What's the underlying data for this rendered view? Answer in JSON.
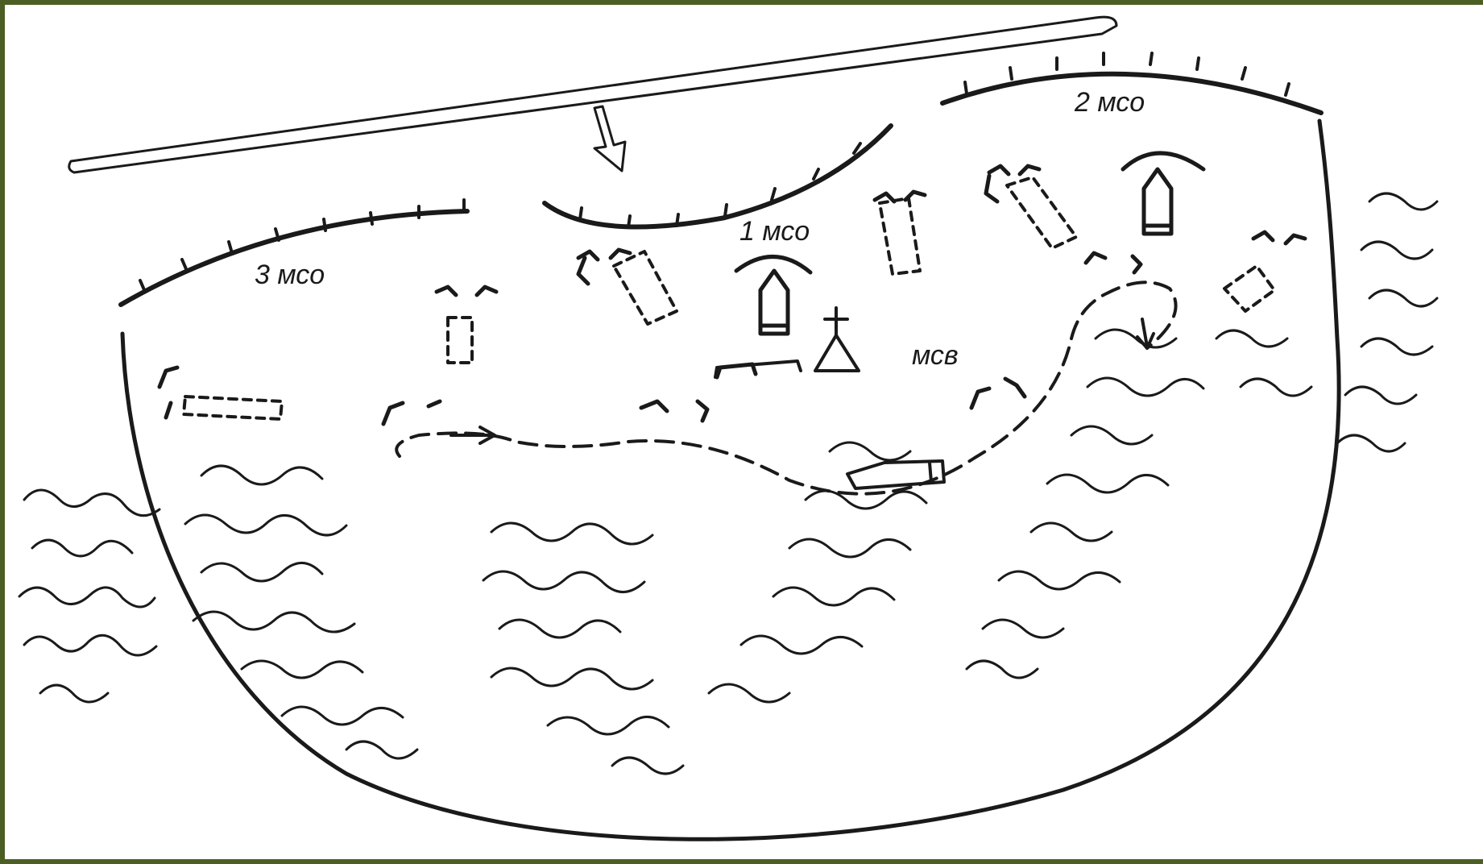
{
  "diagram": {
    "labels": {
      "company_1": "1 мсо",
      "company_2": "2 мсо",
      "company_3": "3 мсо",
      "battalion": "мсв"
    },
    "colors": {
      "ink": "#1a1a1a",
      "frame": "#4c5e24",
      "background": "#ffffff"
    }
  }
}
